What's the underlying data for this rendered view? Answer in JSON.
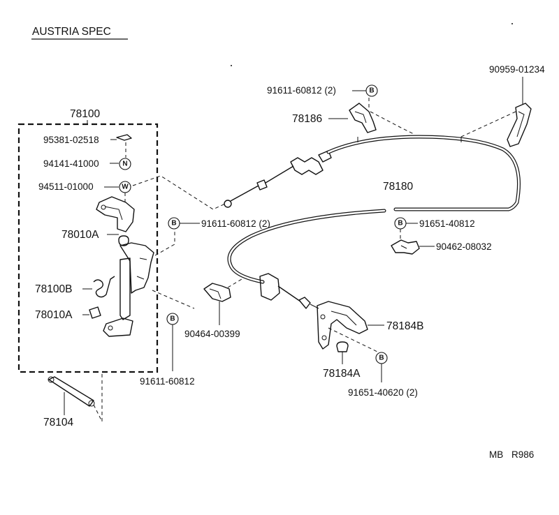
{
  "title": "AUSTRIA SPEC",
  "footer": {
    "left": "MB",
    "right": "R986"
  },
  "labels": {
    "p78100": "78100",
    "p95381": "95381-02518",
    "p94141": "94141-41000",
    "p94511": "94511-01000",
    "p78010A_top": "78010A",
    "p78100B": "78100B",
    "p78010A_bot": "78010A",
    "p78104": "78104",
    "p91611_mid": "91611-60812 (2)",
    "p91611_low": "91611-60812",
    "p90464": "90464-00399",
    "p91611_top": "91611-60812 (2)",
    "p78186": "78186",
    "p90959": "90959-01234",
    "p78180": "78180",
    "p91651_408": "91651-40812",
    "p90462": "90462-08032",
    "p78184B": "78184B",
    "p78184A": "78184A",
    "p91651_406": "91651-40620 (2)"
  },
  "badges": {
    "nut": "N",
    "washer": "W",
    "bolt": "B"
  }
}
